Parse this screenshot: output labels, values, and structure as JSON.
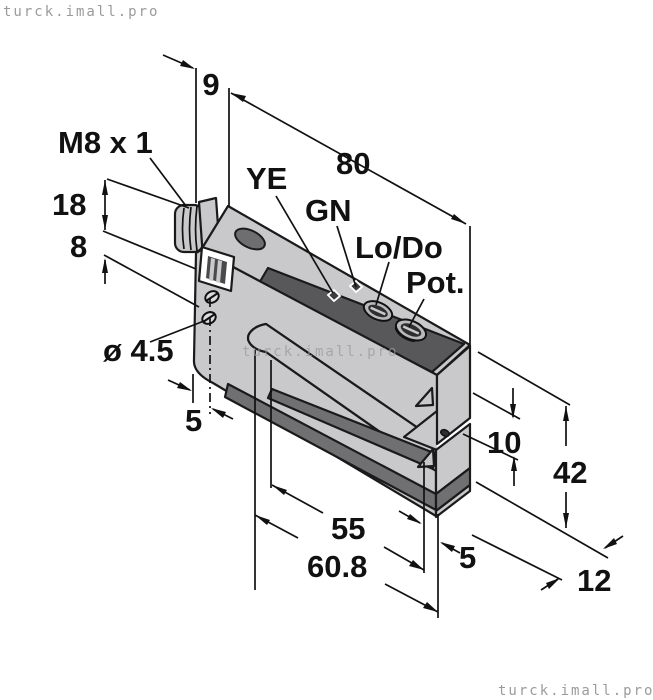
{
  "drawing": {
    "type": "sensor-dimension-drawing",
    "watermark": {
      "top_left": "turck.imall.pro",
      "center": "turck.imall.pro",
      "bottom_right": "turck.imall.pro"
    },
    "labels": {
      "thread": "M8 x 1",
      "led_yellow": "YE",
      "led_green": "GN",
      "switch": "Lo/Do",
      "potentiometer": "Pot.",
      "hole_diameter": "ø 4.5"
    },
    "dimensions": {
      "connector_offset": "9",
      "overall_length": "80",
      "connector_height": "18",
      "window_offset": "8",
      "hole_to_edge": "5",
      "slot_depth": "55",
      "front_length": "60.8",
      "beam_to_end": "5",
      "slot_width": "10",
      "overall_height": "42",
      "housing_depth": "12"
    },
    "colors": {
      "housing_gray": "#c9c9cb",
      "panel_dark_gray": "#58585a",
      "shadow_gray": "#707073",
      "outline": "#1a1a1a",
      "watermark_gray": "#9b9b9b",
      "background": "#ffffff"
    }
  }
}
